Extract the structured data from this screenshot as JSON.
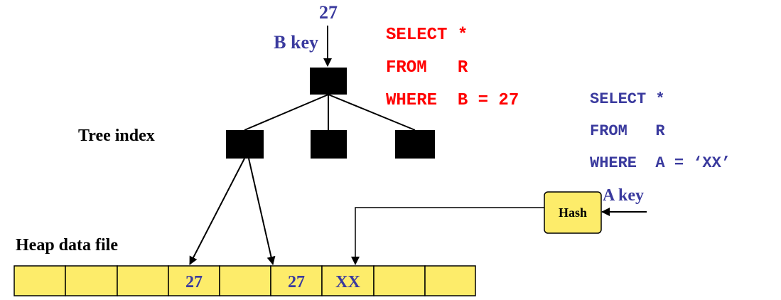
{
  "colors": {
    "blue": "#3a3a9e",
    "red": "#ff0000",
    "black": "#000000",
    "cell_fill": "#fdec6a",
    "hash_fill": "#fdec6a"
  },
  "tree": {
    "label": "Tree index",
    "key_value": "27",
    "key_label": "B key"
  },
  "query_b": {
    "line1": "SELECT *",
    "line2": "FROM   R",
    "line3": "WHERE  B = 27"
  },
  "query_a": {
    "line1": "SELECT *",
    "line2": "FROM   R",
    "line3": "WHERE  A = ‘XX’"
  },
  "hash": {
    "label": "Hash",
    "key_label": "A key"
  },
  "heap": {
    "label": "Heap data file",
    "cells": [
      "",
      "",
      "",
      "27",
      "",
      "27",
      "XX",
      "",
      ""
    ]
  }
}
